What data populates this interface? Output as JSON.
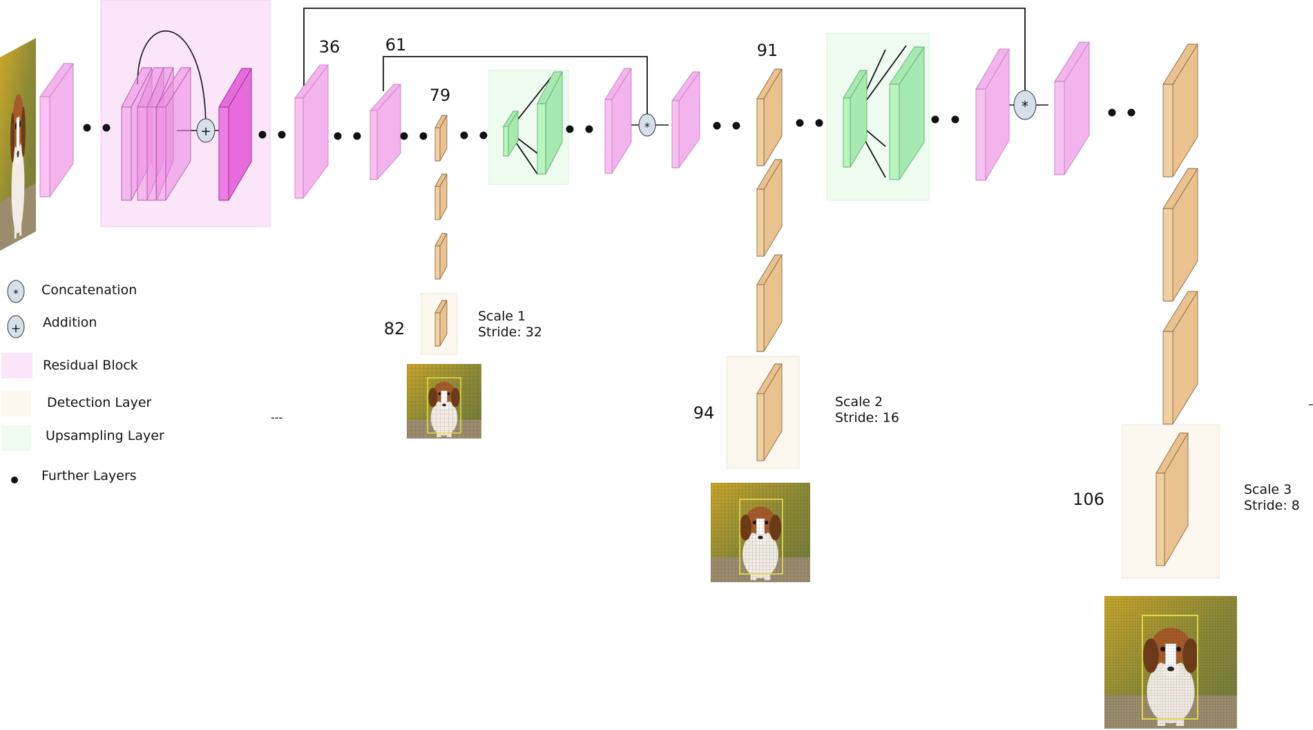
{
  "colors": {
    "conv_face": "#f7c1f1",
    "conv_side": "#f3b3ec",
    "res_dark": "#ef7de6",
    "res_bg": "#fbe5f9",
    "det_face": "#f0cfa0",
    "det_side": "#e9c28f",
    "det_bg": "#fcf7ef",
    "up_face": "#b8f5c0",
    "up_side": "#a7eab1",
    "up_bg": "#eefcef",
    "node_fill": "#d5e0e8",
    "line": "#111111"
  },
  "layer_numbers": {
    "n36": "36",
    "n61": "61",
    "n79": "79",
    "n82": "82",
    "n91": "91",
    "n94": "94",
    "n106": "106"
  },
  "node_symbols": {
    "add": "+",
    "concat": "*"
  },
  "scales": [
    {
      "scale": "Scale 1",
      "stride": "Stride: 32"
    },
    {
      "scale": "Scale 2",
      "stride": "Stride: 16"
    },
    {
      "scale": "Scale 3",
      "stride": "Stride: 8"
    }
  ],
  "legend": {
    "concatenation": "Concatenation",
    "addition": "Addition",
    "residual_block": "Residual Block",
    "detection_layer": "Detection Layer",
    "upsampling_layer": "Upsampling Layer",
    "further_layers": "Further Layers"
  },
  "separator": "---",
  "icons": {
    "input_image": "beagle-photo-icon",
    "detection_output": "beagle-grid-photo-icon"
  }
}
